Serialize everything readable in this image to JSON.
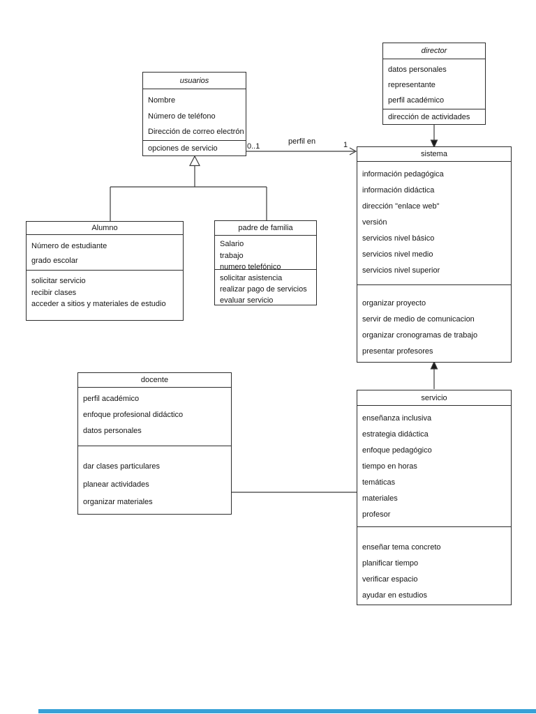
{
  "colors": {
    "background": "#ffffff",
    "line": "#3a3a3a",
    "bottom_bar": "#38a1d7"
  },
  "classes": {
    "usuarios": {
      "title": "usuarios",
      "attributes": [
        "Nombre",
        "Número de teléfono",
        "Dirección de correo electrón"
      ],
      "operations": [
        "opciones de servicio"
      ]
    },
    "director": {
      "title": "director",
      "attributes": [
        "datos personales",
        "representante",
        "perfil académico"
      ],
      "operations": [
        "dirección de actividades"
      ]
    },
    "sistema": {
      "title": "sistema",
      "attributes": [
        "información pedagógica",
        "información didáctica",
        "dirección \"enlace web\"",
        "versión",
        "servicios nivel básico",
        "servicios nivel medio",
        "servicios nivel superior"
      ],
      "operations": [
        "organizar proyecto",
        "servir de medio de comunicacion",
        "organizar cronogramas de trabajo",
        "presentar profesores"
      ]
    },
    "alumno": {
      "title": "Alumno",
      "attributes": [
        "Número de estudiante",
        "grado escolar"
      ],
      "operations": [
        "solicitar servicio",
        "recibir clases",
        "acceder a sitios y materiales de estudio"
      ]
    },
    "padre": {
      "title": "padre de familia",
      "attributes": [
        "Salario",
        "trabajo",
        "numero telefónico"
      ],
      "operations": [
        "solicitar asistencia",
        "realizar pago de servicios",
        "evaluar servicio"
      ]
    },
    "docente": {
      "title": "docente",
      "attributes": [
        "perfil académico",
        "enfoque profesional didáctico",
        "datos personales"
      ],
      "operations": [
        "dar clases particulares",
        "planear actividades",
        "organizar materiales"
      ]
    },
    "servicio": {
      "title": "servicio",
      "attributes": [
        "enseñanza inclusiva",
        "estrategia didáctica",
        "enfoque pedagógico",
        "tiempo en horas",
        "temáticas",
        "materiales",
        "profesor"
      ],
      "operations": [
        "enseñar tema concreto",
        "planificar tiempo",
        "verificar espacio",
        "ayudar en estudios"
      ]
    }
  },
  "association": {
    "name": "perfil en",
    "source_multiplicity": "0..1",
    "target_multiplicity": "1"
  }
}
